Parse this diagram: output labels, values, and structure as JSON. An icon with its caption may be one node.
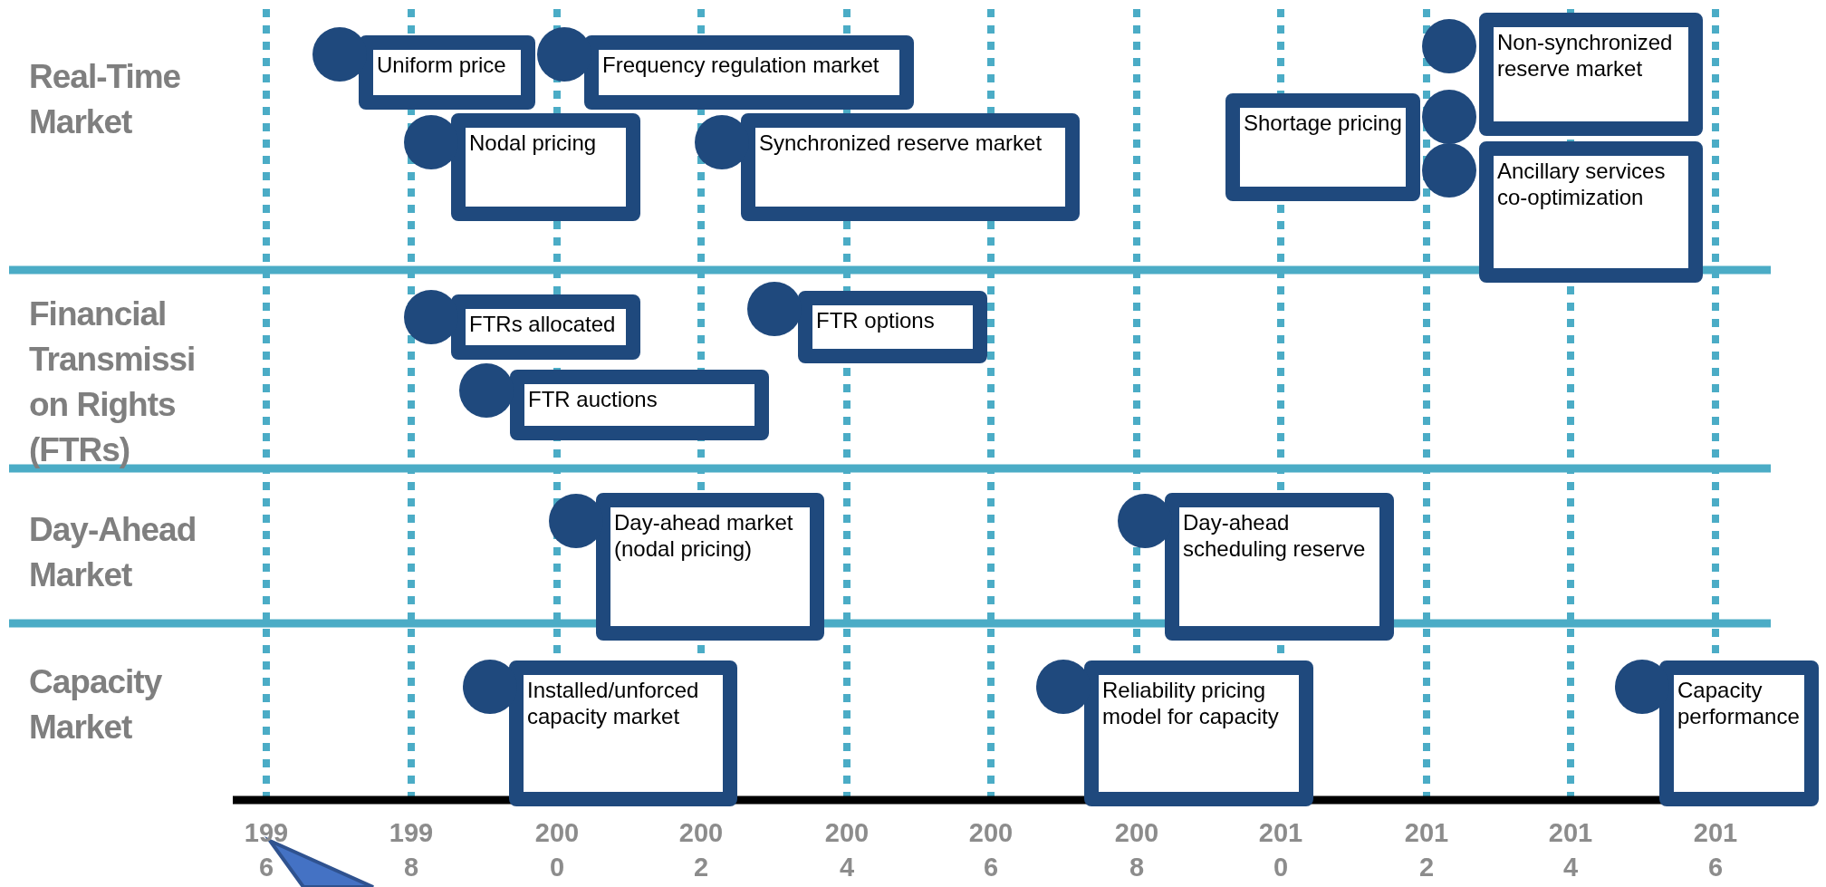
{
  "diagram": {
    "nodes": [
      {
        "text": [
          "Uniform price"
        ]
      },
      {
        "text": [
          "Frequency regulation market"
        ]
      },
      {
        "text": [
          "Nodal pricing"
        ]
      },
      {
        "text": [
          "Synchronized reserve market"
        ]
      },
      {
        "text": [
          "Shortage pricing"
        ]
      },
      {
        "text": [
          "Non-synchronized reserve market"
        ]
      },
      {
        "text": [
          "Ancillary services co-optimization"
        ]
      },
      {
        "text": [
          "FTRs allocated"
        ]
      },
      {
        "text": [
          "FTR options"
        ]
      },
      {
        "text": [
          "FTR auctions"
        ]
      },
      {
        "text": [
          "Day-ahead market (nodal pricing)"
        ]
      },
      {
        "text": [
          "Day-ahead scheduling reserve"
        ]
      },
      {
        "text": [
          "Installed/unforced capacity market"
        ]
      },
      {
        "text": [
          "Reliability pricing model for capacity"
        ]
      },
      {
        "text": [
          "Capacity performance"
        ]
      },
      {
        "text": [],
        "shape": "triangle"
      }
    ],
    "edges": [],
    "labels": [
      "Real-Time Market",
      "Financial Transmission Rights (FTRs)",
      "Day-Ahead Market",
      "Capacity Market",
      "1996",
      "1998",
      "2000",
      "2002",
      "2004",
      "2006",
      "2008",
      "2010",
      "2012",
      "2014",
      "2016"
    ]
  }
}
